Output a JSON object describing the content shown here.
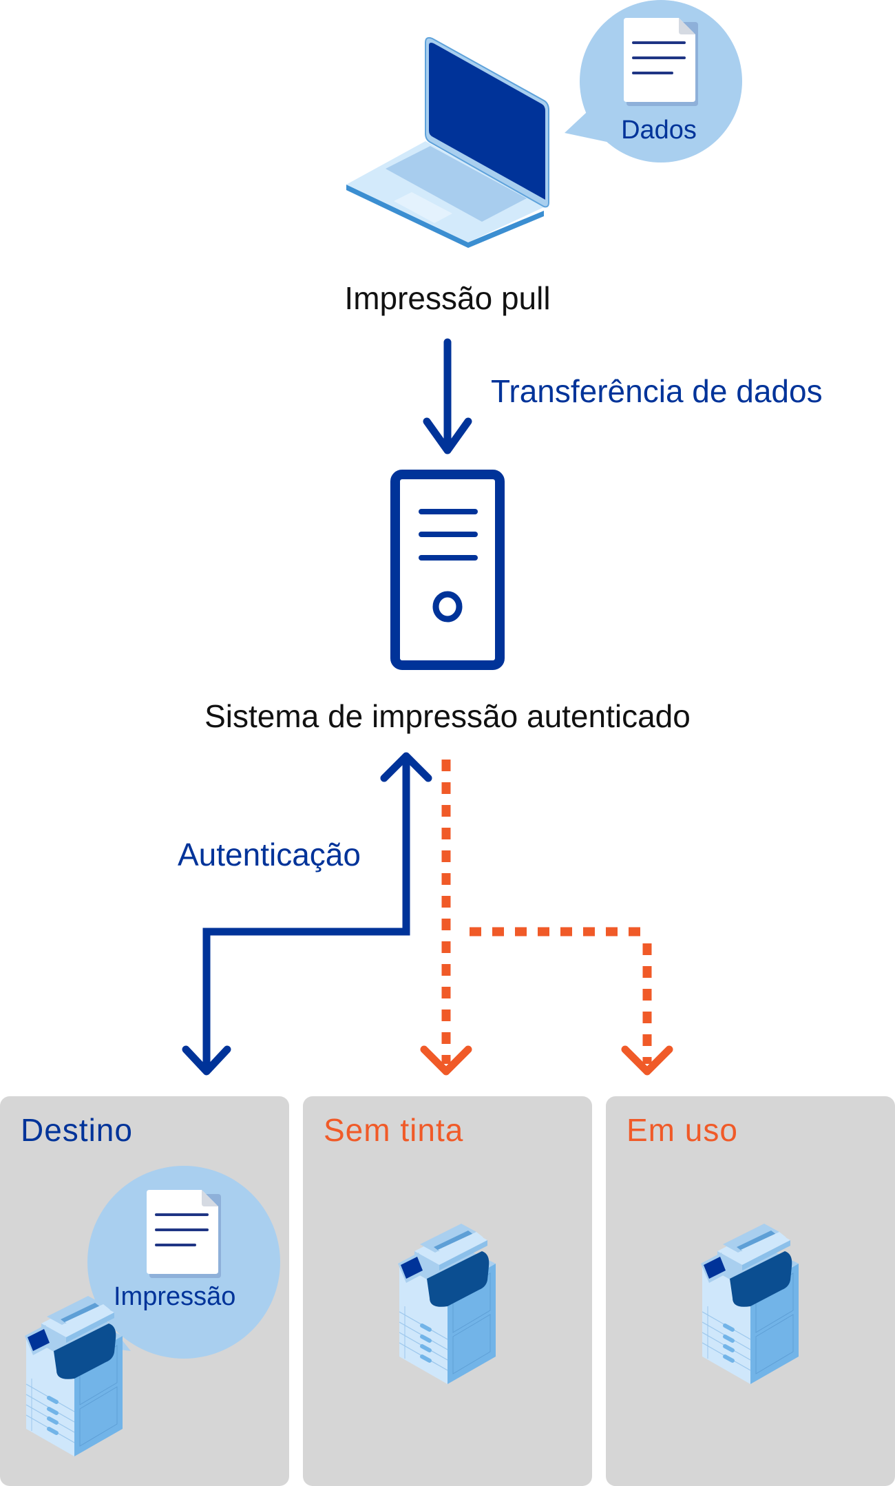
{
  "source": {
    "title": "Impressão pull",
    "bubble_label": "Dados",
    "device_icon": "laptop-icon",
    "bubble_icon": "document-icon"
  },
  "transfer": {
    "label": "Transferência de dados",
    "arrow_icon": "arrow-down-icon"
  },
  "server": {
    "title": "Sistema de impressão autenticado",
    "icon": "server-tower-icon"
  },
  "auth": {
    "label": "Autenticação",
    "arrow_icon": "arrow-up-icon"
  },
  "printers": [
    {
      "title": "Destino",
      "status": "target",
      "bubble_label": "Impressão",
      "connector": "solid"
    },
    {
      "title": "Sem tinta",
      "status": "out-of-ink",
      "connector": "dashed"
    },
    {
      "title": "Em uso",
      "status": "in-use",
      "connector": "dashed"
    }
  ],
  "colors": {
    "primary_blue": "#003399",
    "accent_orange": "#F05A28",
    "bubble_blue": "#A9CFEF",
    "panel_gray": "#D6D6D6",
    "text_dark": "#111111"
  }
}
